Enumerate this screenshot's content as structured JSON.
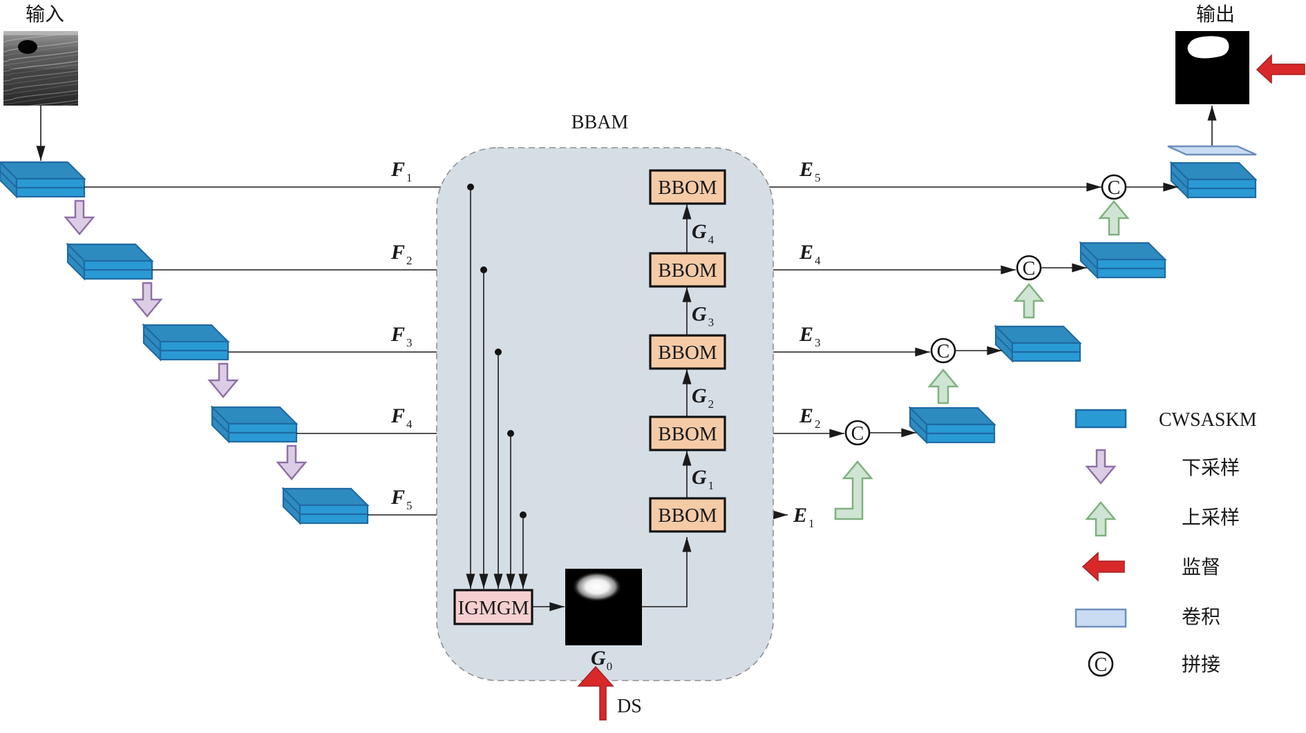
{
  "title": "BBAM network architecture diagram",
  "labels": {
    "input": "输入",
    "output": "输出",
    "module": "BBAM",
    "ds": "DS",
    "igmgm": "IGMGM",
    "bbom": "BBOM",
    "concat_symbol": "C"
  },
  "encoder_features": [
    {
      "var": "F",
      "sub": "1"
    },
    {
      "var": "F",
      "sub": "2"
    },
    {
      "var": "F",
      "sub": "3"
    },
    {
      "var": "F",
      "sub": "4"
    },
    {
      "var": "F",
      "sub": "5"
    }
  ],
  "edge_outputs": [
    {
      "var": "E",
      "sub": "5"
    },
    {
      "var": "E",
      "sub": "4"
    },
    {
      "var": "E",
      "sub": "3"
    },
    {
      "var": "E",
      "sub": "2"
    },
    {
      "var": "E",
      "sub": "1"
    }
  ],
  "guidance_maps": [
    {
      "var": "G",
      "sub": "4"
    },
    {
      "var": "G",
      "sub": "3"
    },
    {
      "var": "G",
      "sub": "2"
    },
    {
      "var": "G",
      "sub": "1"
    },
    {
      "var": "G",
      "sub": "0"
    }
  ],
  "legend": [
    {
      "icon": "cwsaskm-block-icon",
      "label": "CWSASKM"
    },
    {
      "icon": "downsample-arrow-icon",
      "label": "下采样"
    },
    {
      "icon": "upsample-arrow-icon",
      "label": "上采样"
    },
    {
      "icon": "supervision-arrow-icon",
      "label": "监督"
    },
    {
      "icon": "convolution-plate-icon",
      "label": "卷积"
    },
    {
      "icon": "concat-circle-icon",
      "label": "拼接"
    }
  ],
  "colors": {
    "block_top": "#2e8bc0",
    "block_front": "#2a9ad4",
    "block_stroke": "#1f6aa3",
    "down_fill": "#dccde4",
    "down_stroke": "#8e70a8",
    "up_fill": "#cfe5d3",
    "up_stroke": "#7fb07f",
    "super_fill": "#d8282a",
    "bbom_fill": "#f5cba7",
    "igmgm_fill": "#f6d0d0",
    "bbam_bg": "#d5dde5",
    "conv_fill": "#c9dcf2",
    "conv_stroke": "#6d8fbd"
  }
}
